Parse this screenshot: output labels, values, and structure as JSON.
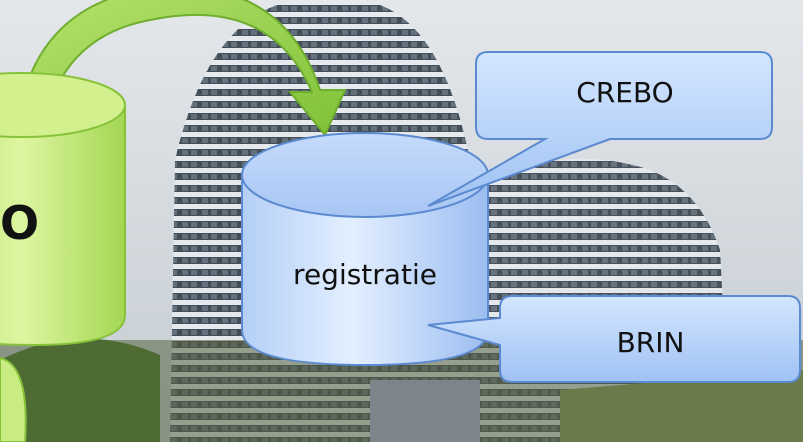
{
  "diagram": {
    "db_label": "registratie",
    "callout_top": "CREBO",
    "callout_bottom": "BRIN",
    "left_db_fragment": "O"
  },
  "colors": {
    "db_blue_light": "#dcebff",
    "db_blue_dark": "#8fb4ee",
    "db_green_light": "#d6f28c",
    "db_green_dark": "#98cf45",
    "arrow_green": "#8fcc3e",
    "outline": "#4f7fc8"
  }
}
